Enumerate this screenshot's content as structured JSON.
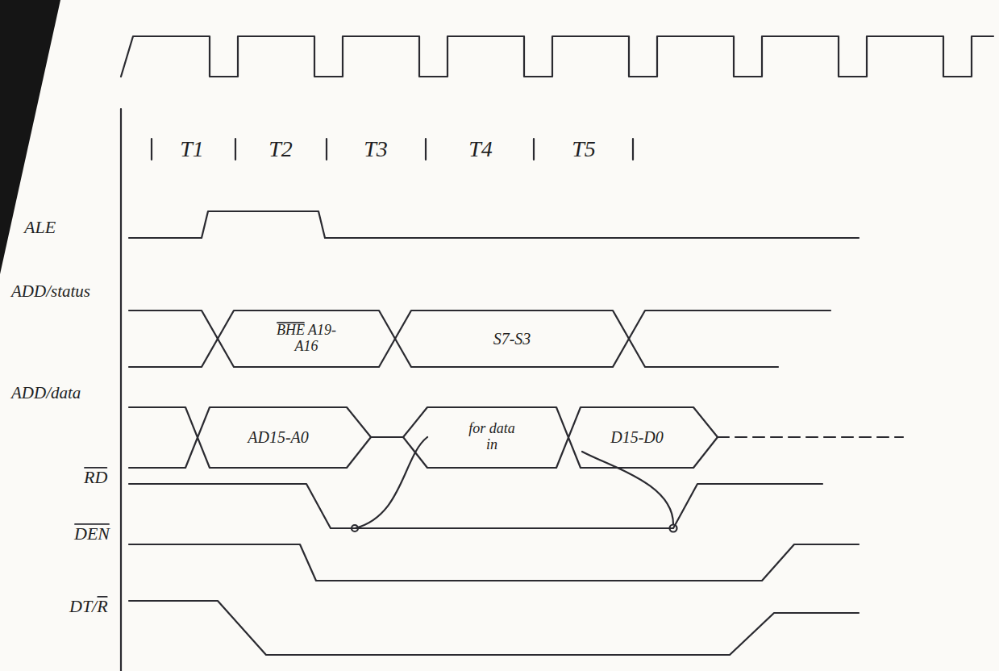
{
  "diagram": {
    "labels": [
      "T1",
      "T2",
      "T3",
      "T4",
      "T5",
      "ALE",
      "ADD/status",
      "BHE A19-A16",
      "S7-S3",
      "ADD/data",
      "AD15-A0",
      "for data in",
      "D15-D0",
      "RD",
      "DEN",
      "DT/R"
    ]
  }
}
